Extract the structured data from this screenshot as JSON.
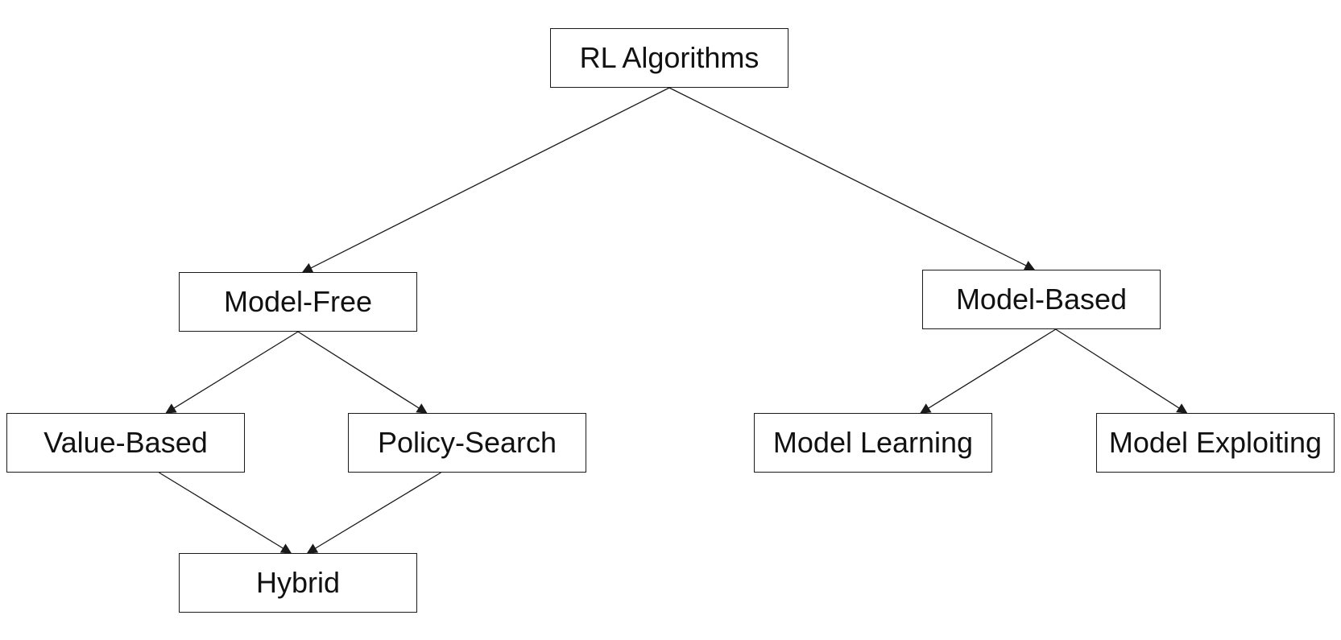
{
  "diagram": {
    "nodes": {
      "root": "RL Algorithms",
      "model_free": "Model-Free",
      "model_based": "Model-Based",
      "value_based": "Value-Based",
      "policy_search": "Policy-Search",
      "model_learning": "Model Learning",
      "model_exploiting": "Model Exploiting",
      "hybrid": "Hybrid"
    },
    "edges": [
      {
        "from": "root",
        "to": "model_free"
      },
      {
        "from": "root",
        "to": "model_based"
      },
      {
        "from": "model_free",
        "to": "value_based"
      },
      {
        "from": "model_free",
        "to": "policy_search"
      },
      {
        "from": "model_based",
        "to": "model_learning"
      },
      {
        "from": "model_based",
        "to": "model_exploiting"
      },
      {
        "from": "value_based",
        "to": "hybrid"
      },
      {
        "from": "policy_search",
        "to": "hybrid"
      }
    ],
    "line_color": "#1a1a1a"
  }
}
